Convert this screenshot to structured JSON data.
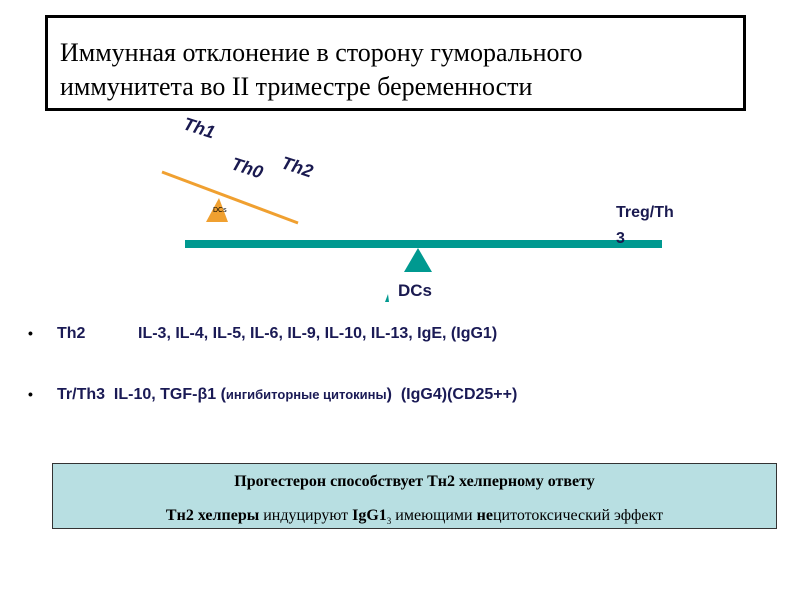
{
  "title": {
    "line1": "Иммунная отклонение в сторону гуморального",
    "line2": "иммунитета  во II триместре беременности"
  },
  "diagram": {
    "labels": {
      "th1": "Th1",
      "th0": "Th0",
      "th2": "Th2",
      "dcs_small": "DCs",
      "treg_line1": "Treg/Th",
      "treg_line2": "3",
      "dcs": "DCs"
    },
    "colors": {
      "orange": "#f0a030",
      "teal": "#009990",
      "text": "#1a1a50"
    }
  },
  "bullets": [
    {
      "name": "Th2",
      "text": "IL-3, IL-4, IL-5, IL-6, IL-9, IL-10, IL-13, IgE, (IgG1)"
    },
    {
      "name": "Tr/Th3",
      "text_a": "IL-10, TGF-β1 (",
      "text_small": "ингибиторные цитокины",
      "text_b": ")  (IgG4)(CD25++)"
    }
  ],
  "note": {
    "line1": "Прогестерон способствует Тн2 хелперному ответу",
    "line2_bold1": "Тн2 хелперы",
    "line2_text1": " индуцируют ",
    "line2_bold2": "IgG1",
    "line2_sub": "3",
    "line2_text2": "  имеющими ",
    "line2_bold3": "не",
    "line2_text3": "цитотоксический эффект"
  }
}
